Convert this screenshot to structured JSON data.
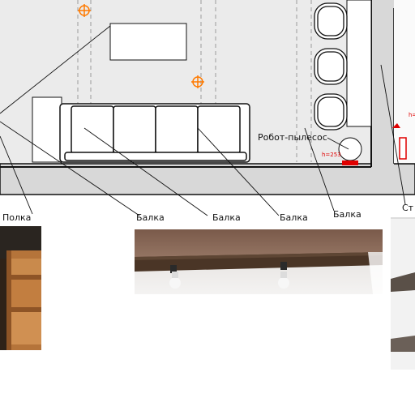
{
  "labels": {
    "shelf": "Полка",
    "beams": [
      "Балка",
      "Балка",
      "Балка",
      "Балка"
    ],
    "robot": "Робот-пылесос",
    "cut_right": "Ст",
    "height_mark": "h=253",
    "height_mark_top": "h="
  },
  "colors": {
    "wall_fill": "#d8d8d8",
    "floor_fill": "#ebebeb",
    "line": "#111111",
    "marker_orange": "#ff7a00",
    "marker_red": "#e00000"
  },
  "photos": [
    {
      "name": "shelf-photo",
      "subject": "wooden shelf unit"
    },
    {
      "name": "beam-photo",
      "subject": "wooden ceiling beam with spotlights"
    },
    {
      "name": "side-photo",
      "subject": "interior fragment"
    }
  ]
}
